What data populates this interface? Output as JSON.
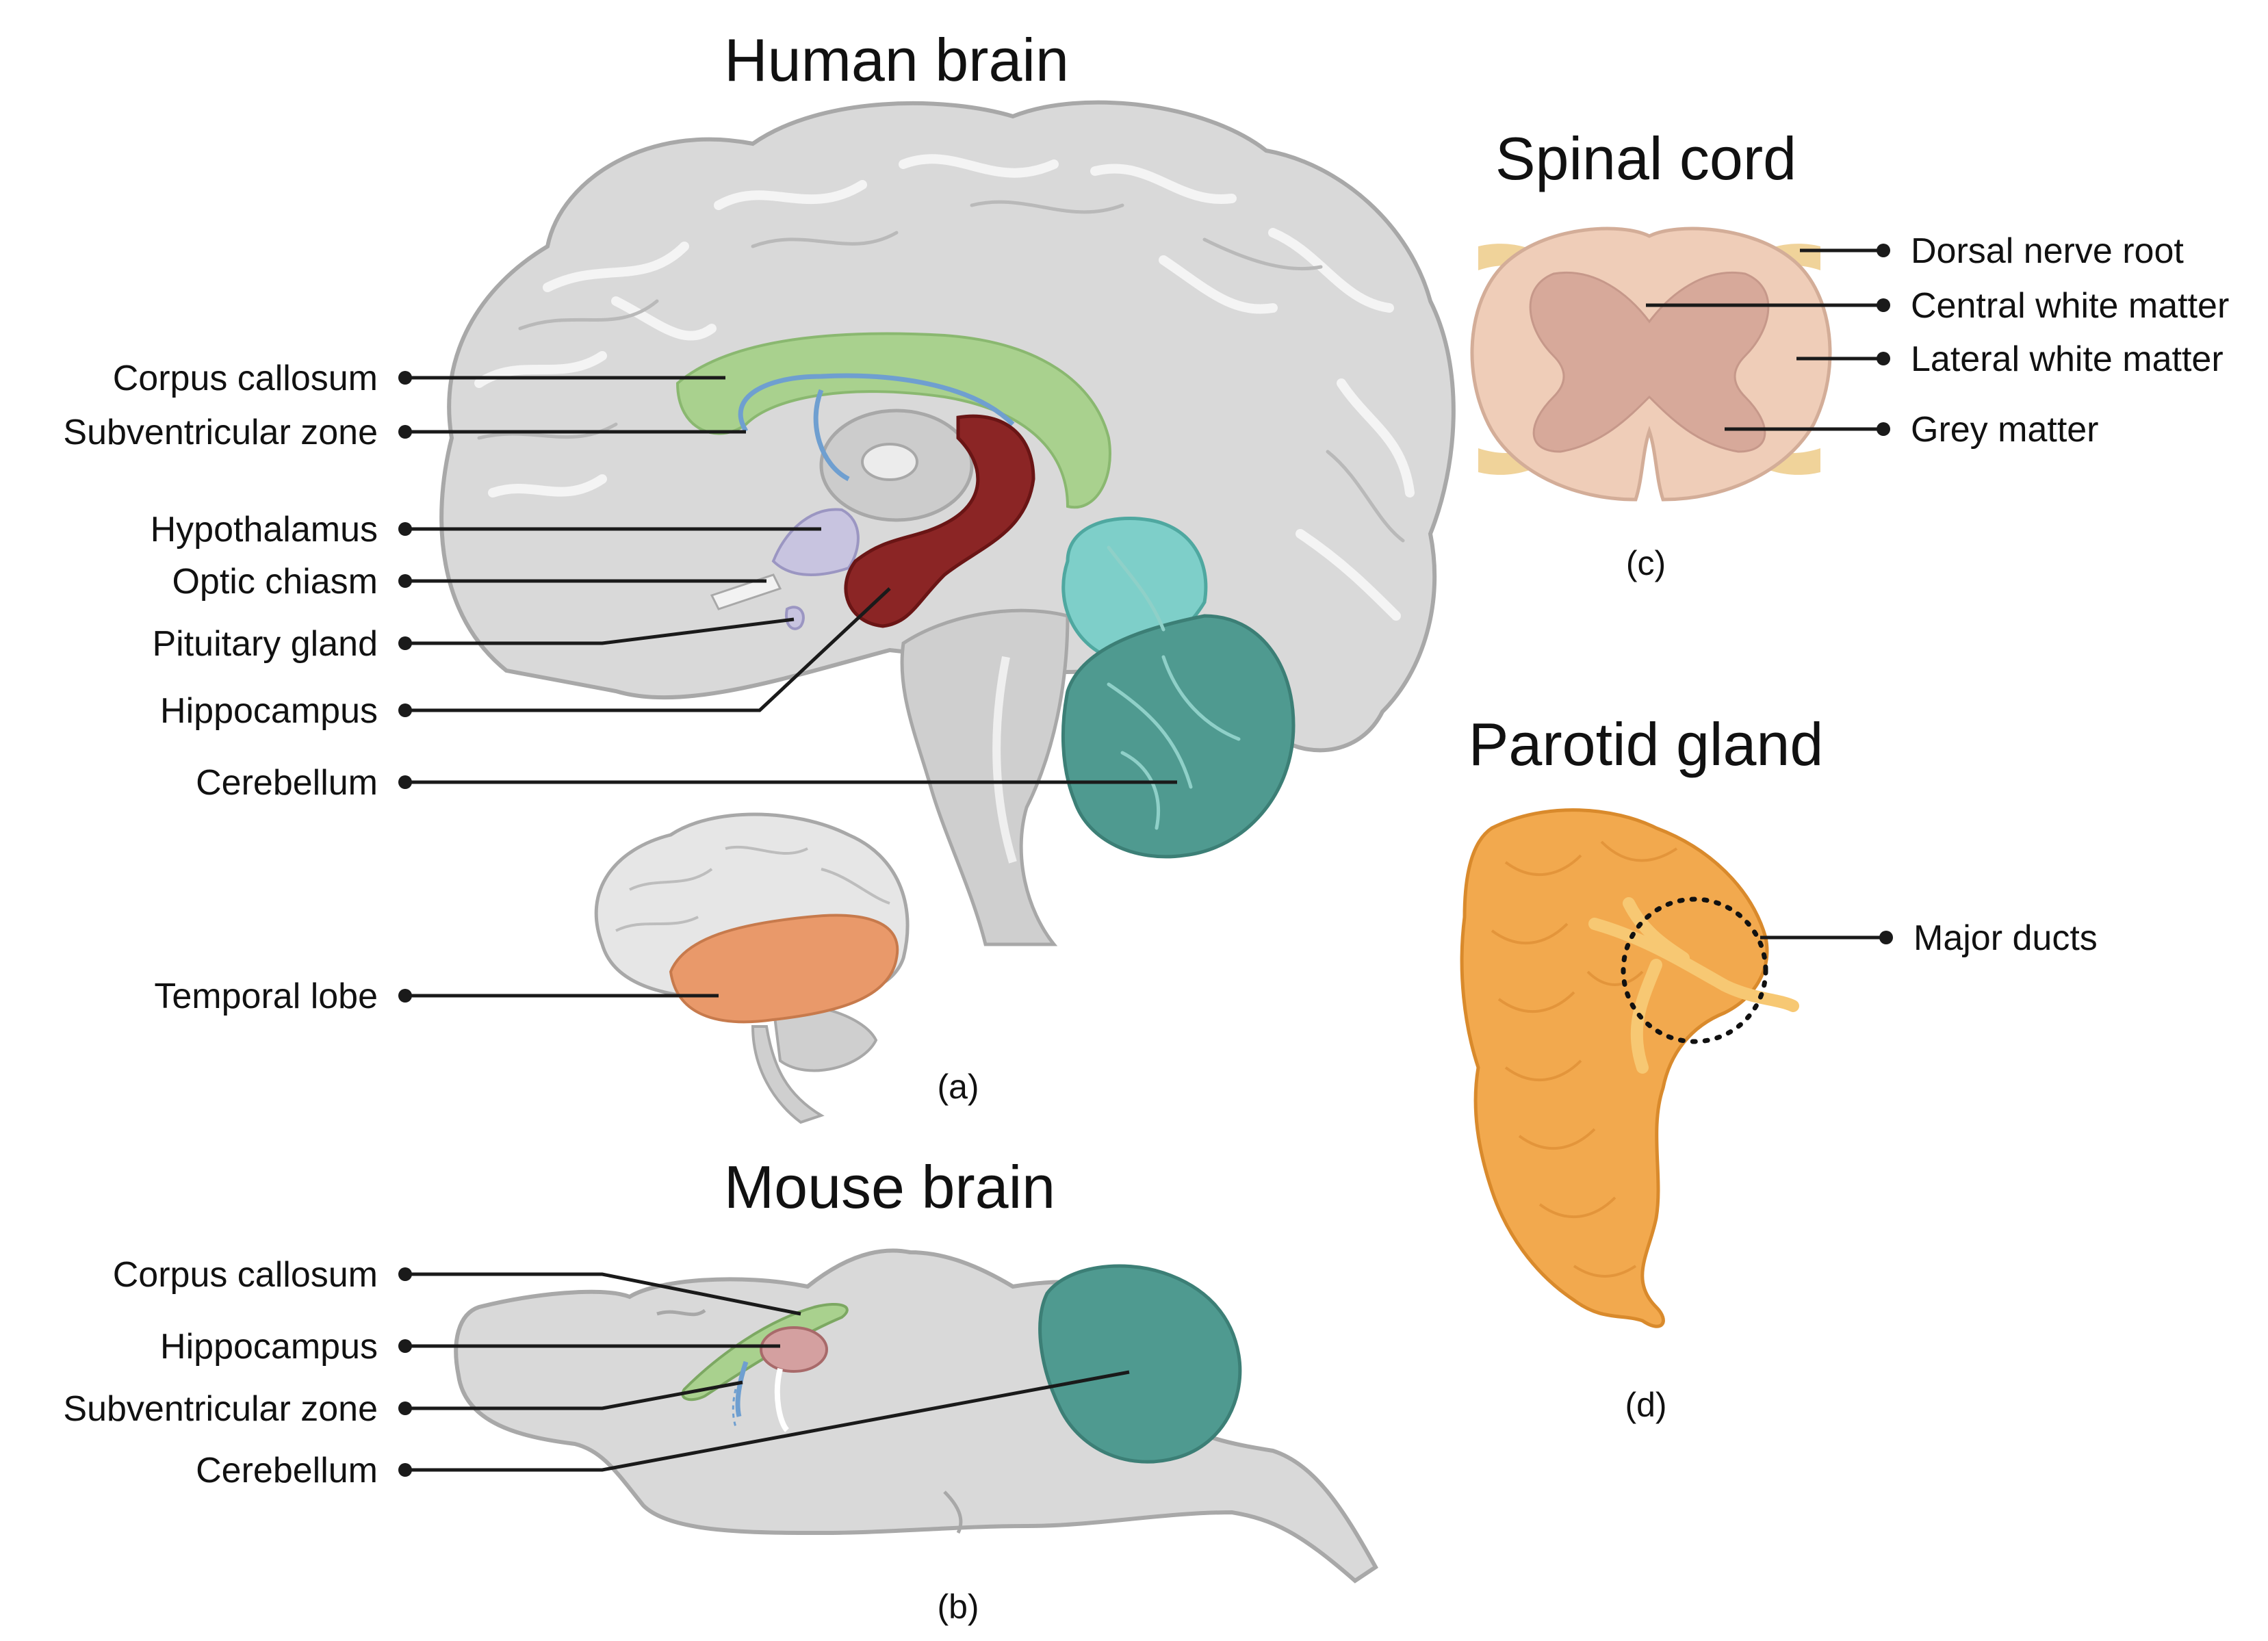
{
  "titles": {
    "human_brain": "Human brain",
    "mouse_brain": "Mouse brain",
    "spinal_cord": "Spinal cord",
    "parotid_gland": "Parotid gland"
  },
  "panel_labels": {
    "a": "(a)",
    "b": "(b)",
    "c": "(c)",
    "d": "(d)"
  },
  "human_labels": {
    "corpus_callosum": "Corpus callosum",
    "subventricular_zone": "Subventricular zone",
    "hypothalamus": "Hypothalamus",
    "optic_chiasm": "Optic chiasm",
    "pituitary_gland": "Pituitary gland",
    "hippocampus": "Hippocampus",
    "cerebellum": "Cerebellum",
    "temporal_lobe": "Temporal lobe"
  },
  "mouse_labels": {
    "corpus_callosum": "Corpus callosum",
    "hippocampus": "Hippocampus",
    "subventricular_zone": "Subventricular zone",
    "cerebellum": "Cerebellum"
  },
  "spinal_labels": {
    "dorsal_nerve_root": "Dorsal nerve root",
    "central_white_matter": "Central white matter",
    "lateral_white_matter": "Lateral white matter",
    "grey_matter": "Grey matter"
  },
  "parotid_labels": {
    "major_ducts": "Major ducts"
  },
  "colors": {
    "brain_grey": "#d9d9d9",
    "brain_outline": "#a8a8a8",
    "corpus_callosum": "#a9d18e",
    "subventricular_zone": "#6f9fd0",
    "hypothalamus": "#c8c4e0",
    "hippocampus": "#8b2525",
    "cerebellum_upper": "#7ecfc9",
    "cerebellum": "#4f9a90",
    "temporal_lobe": "#e9996a",
    "spinal_white": "#efcdb8",
    "spinal_grey": "#d7a99a",
    "nerve_root": "#f0d39a",
    "parotid": "#f2a94e",
    "parotid_outline": "#d98a2c",
    "duct": "#f7c873"
  }
}
